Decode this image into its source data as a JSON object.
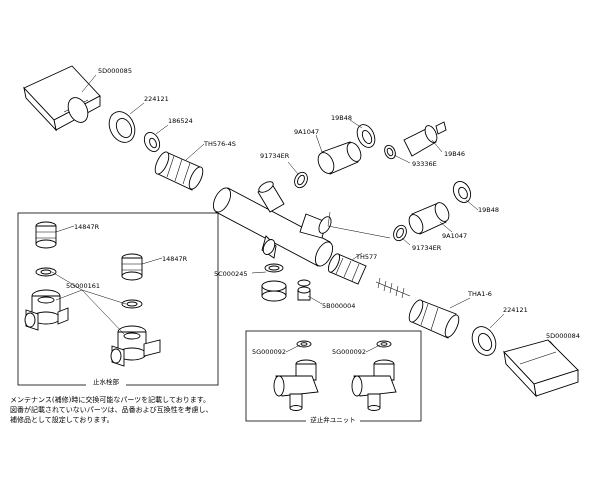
{
  "labels": {
    "p5d000085": "5D000085",
    "p224121a": "224121",
    "p186524": "186524",
    "pth576": "TH576-4S",
    "p9a1047a": "9A1047",
    "p19b48a": "19B48",
    "p91734era": "91734ER",
    "p19b46": "19B46",
    "p93336e": "93336E",
    "p19b48b": "19B48",
    "p9a1047b": "9A1047",
    "p91734erb": "91734ER",
    "pth577": "TH577",
    "p5c000245": "5C000245",
    "p5b000004": "5B000004",
    "ptha16": "THA1-6",
    "p224121b": "224121",
    "p5d000084": "5D000084",
    "p14847ra": "14847R",
    "p14847rb": "14847R",
    "p5g000161": "5G000161",
    "p5g000092a": "5G000092",
    "p5g000092b": "5G000092"
  },
  "captions": {
    "left_box": "止水栓部",
    "right_box": "逆止弁ユニット"
  },
  "notes": {
    "line1": "メンテナンス(補修)時に交換可能なパーツを記載しております。",
    "line2": "図番が記載されていないパーツは、品番および互換性を考慮し、",
    "line3": "補修品として設定しております。"
  },
  "colors": {
    "line": "#000000",
    "background": "#ffffff"
  }
}
